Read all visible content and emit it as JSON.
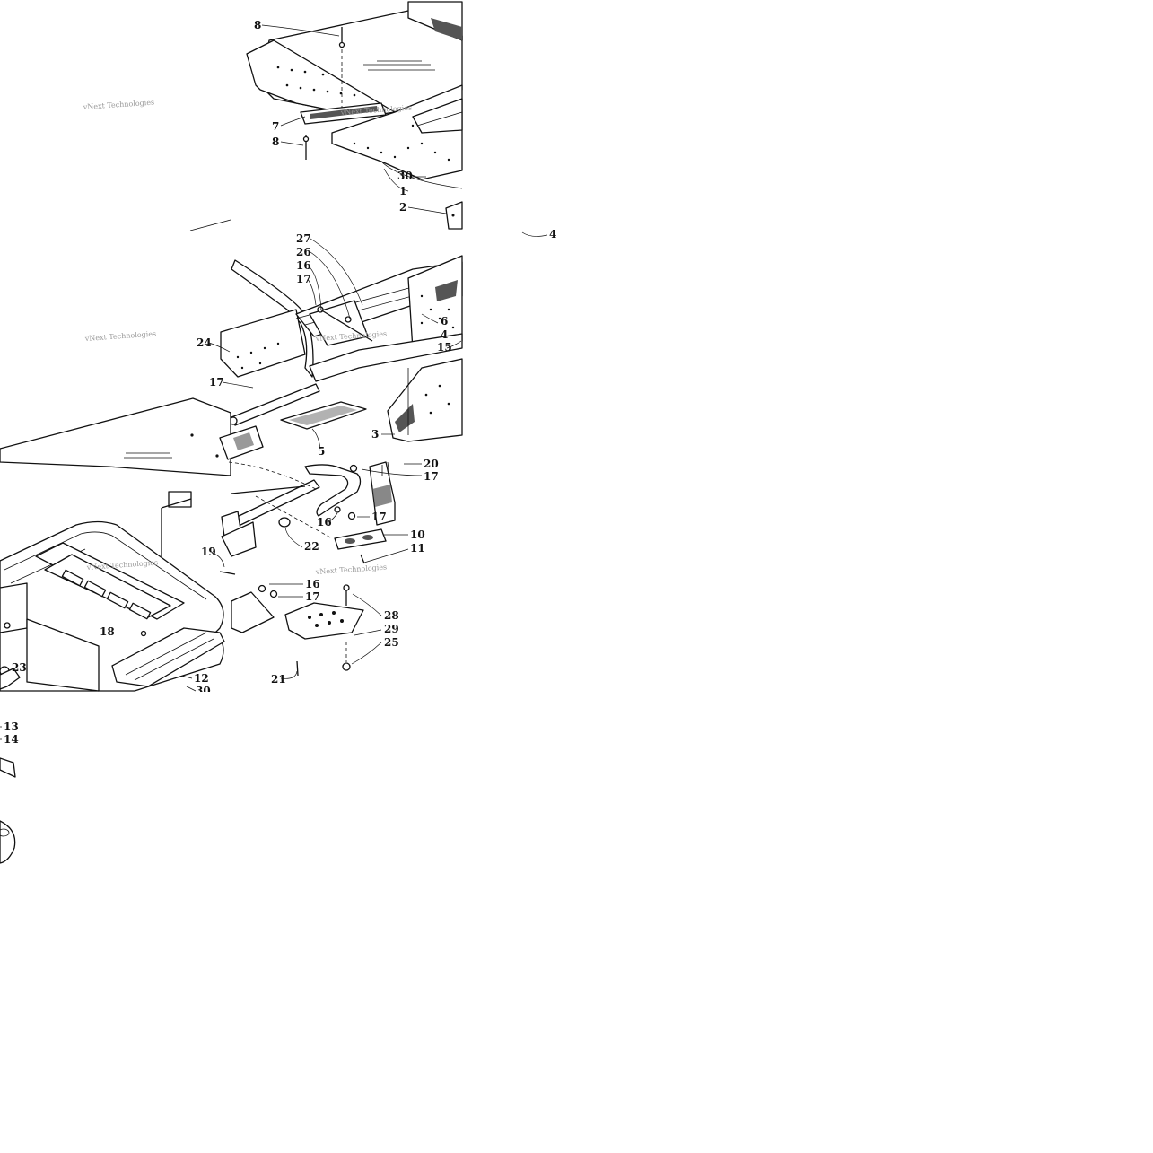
{
  "diagram": {
    "callouts": [
      {
        "id": "c8a",
        "text": "8"
      },
      {
        "id": "c7",
        "text": "7"
      },
      {
        "id": "c8b",
        "text": "8"
      },
      {
        "id": "c30a",
        "text": "30"
      },
      {
        "id": "c1",
        "text": "1"
      },
      {
        "id": "c2",
        "text": "2"
      },
      {
        "id": "c4a",
        "text": "4"
      },
      {
        "id": "c27",
        "text": "27"
      },
      {
        "id": "c26",
        "text": "26"
      },
      {
        "id": "c16a",
        "text": "16"
      },
      {
        "id": "c17a",
        "text": "17"
      },
      {
        "id": "c24",
        "text": "24"
      },
      {
        "id": "c6",
        "text": "6"
      },
      {
        "id": "c4b",
        "text": "4"
      },
      {
        "id": "c15",
        "text": "15"
      },
      {
        "id": "c17b",
        "text": "17"
      },
      {
        "id": "c3",
        "text": "3"
      },
      {
        "id": "c5",
        "text": "5"
      },
      {
        "id": "c20",
        "text": "20"
      },
      {
        "id": "c17c",
        "text": "17"
      },
      {
        "id": "c16b",
        "text": "16"
      },
      {
        "id": "c17d",
        "text": "17"
      },
      {
        "id": "c10",
        "text": "10"
      },
      {
        "id": "c22",
        "text": "22"
      },
      {
        "id": "c11",
        "text": "11"
      },
      {
        "id": "c19",
        "text": "19"
      },
      {
        "id": "c16c",
        "text": "16"
      },
      {
        "id": "c17e",
        "text": "17"
      },
      {
        "id": "c28",
        "text": "28"
      },
      {
        "id": "c18",
        "text": "18"
      },
      {
        "id": "c29",
        "text": "29"
      },
      {
        "id": "c25",
        "text": "25"
      },
      {
        "id": "c23",
        "text": "23"
      },
      {
        "id": "c12",
        "text": "12"
      },
      {
        "id": "c21",
        "text": "21"
      },
      {
        "id": "c30b",
        "text": "30"
      },
      {
        "id": "c13",
        "text": "13"
      },
      {
        "id": "c14",
        "text": "14"
      }
    ],
    "watermarks": [
      {
        "id": "wm1",
        "text": "vNext Technologies"
      },
      {
        "id": "wm2",
        "text": "vNext Technologies"
      },
      {
        "id": "wm3",
        "text": "vNext Technologies"
      },
      {
        "id": "wm4",
        "text": "vNext Technologies"
      },
      {
        "id": "wm5",
        "text": "vNext Technologies"
      },
      {
        "id": "wm6",
        "text": "vNext Technologies"
      }
    ]
  }
}
